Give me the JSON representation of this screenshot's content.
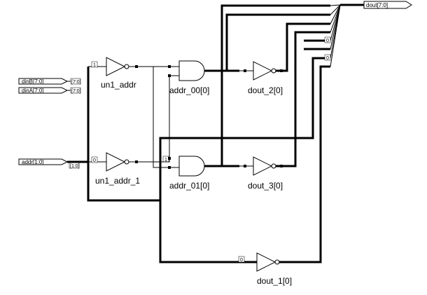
{
  "ports": {
    "dinB": "dinB[7:0]",
    "dinA": "dinA[7:0]",
    "addr": "addr[1:0]",
    "dout": "dout[7:0]"
  },
  "instances": {
    "un1_addr": "un1_addr",
    "un1_addr_1": "un1_addr_1",
    "addr_00": "addr_00[0]",
    "addr_01": "addr_01[0]",
    "dout_2": "dout_2[0]",
    "dout_3": "dout_3[0]",
    "dout_1": "dout_1[0]"
  },
  "bus_tags": {
    "dinB_range": "[7:0]",
    "dinA_range": "[7:0]",
    "addr_range": "[1:0]",
    "tap_un1_addr": "1",
    "tap_un1_addr_1": "0",
    "tap_addr01": "1",
    "tap_dout1": "0",
    "out_a": "0",
    "out_b": "0"
  }
}
